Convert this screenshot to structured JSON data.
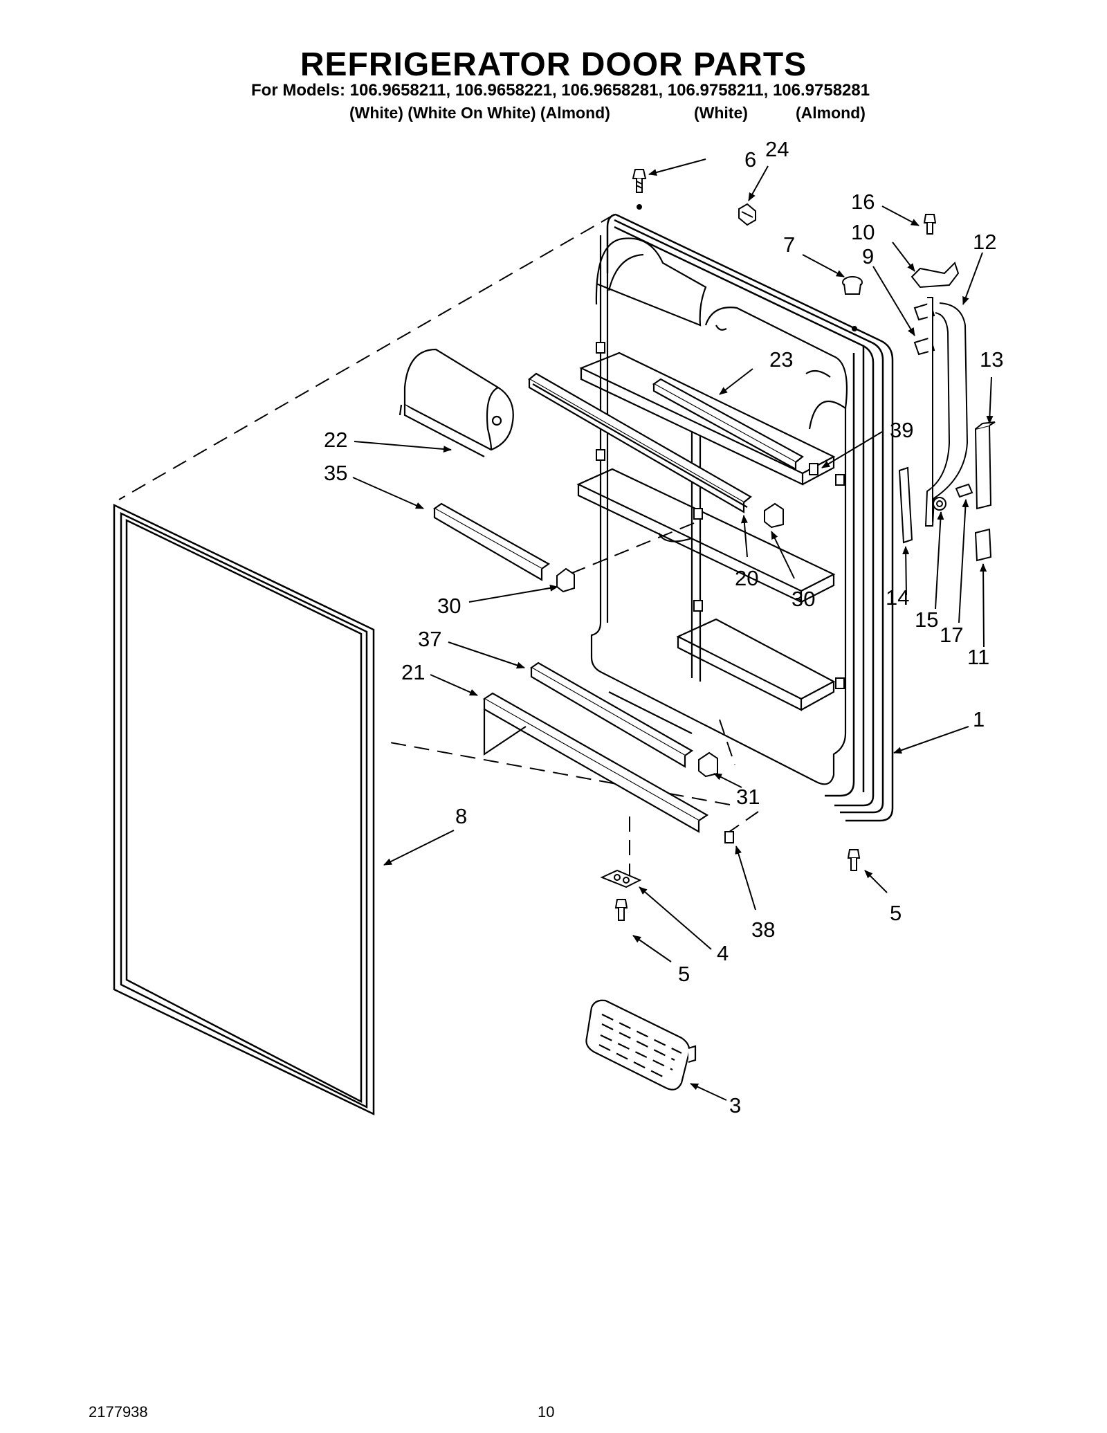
{
  "header": {
    "title": "REFRIGERATOR DOOR PARTS",
    "models_line": "For Models: 106.9658211, 106.9658221, 106.9658281, 106.9758211, 106.9758281",
    "variant_group_1": "(White) (White On White) (Almond)",
    "variant_white": "(White)",
    "variant_almond": "(Almond)"
  },
  "callouts": {
    "c1": "1",
    "c3": "3",
    "c4": "4",
    "c5a": "5",
    "c5b": "5",
    "c6": "6",
    "c7": "7",
    "c8": "8",
    "c9": "9",
    "c10": "10",
    "c11": "11",
    "c12": "12",
    "c13": "13",
    "c14": "14",
    "c15": "15",
    "c16": "16",
    "c17": "17",
    "c20": "20",
    "c21": "21",
    "c22": "22",
    "c23": "23",
    "c24": "24",
    "c30a": "30",
    "c30b": "30",
    "c31": "31",
    "c35": "35",
    "c37": "37",
    "c38": "38",
    "c39": "39"
  },
  "footer": {
    "doc_number": "2177938",
    "page_number": "10"
  }
}
